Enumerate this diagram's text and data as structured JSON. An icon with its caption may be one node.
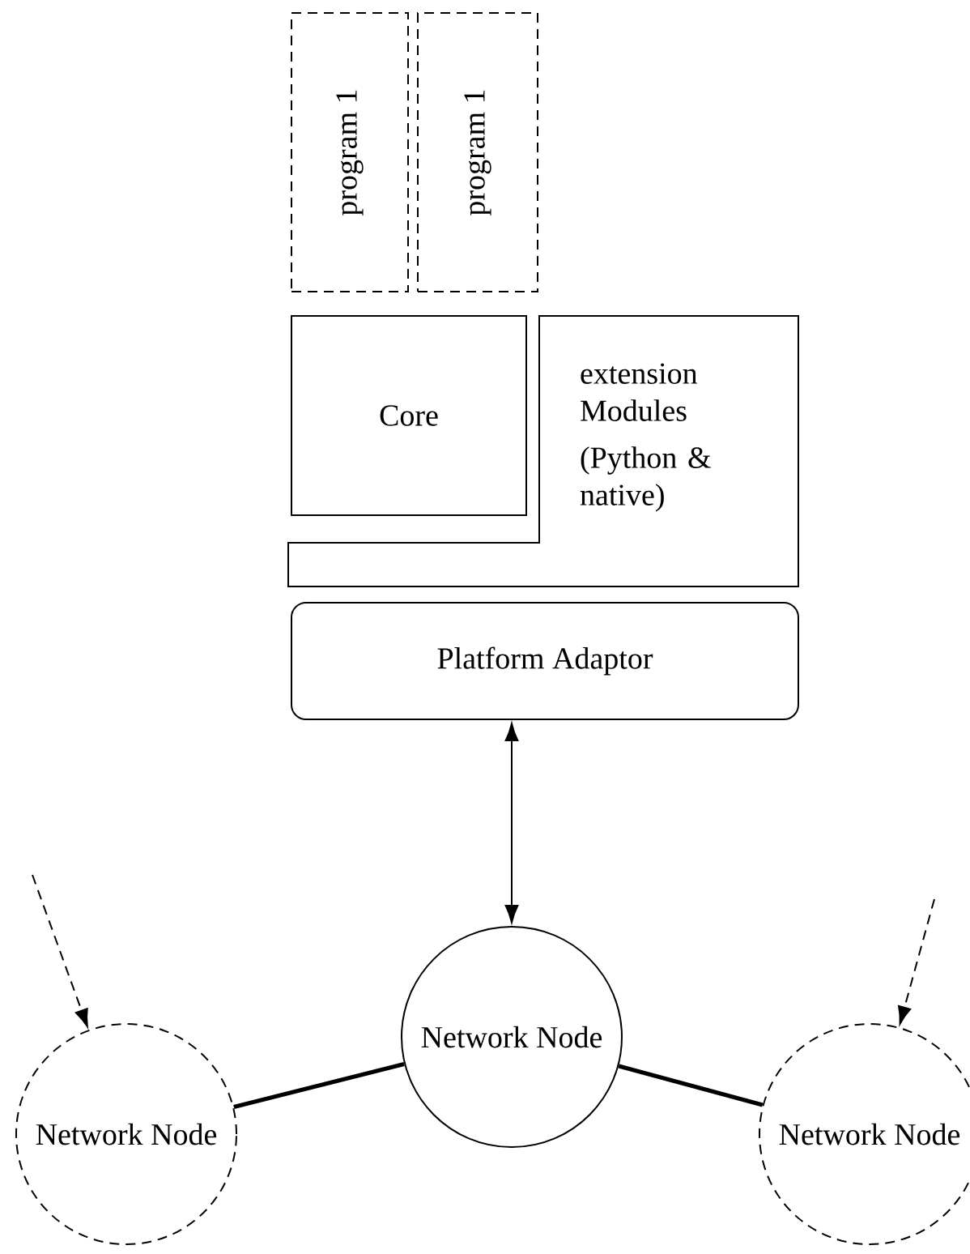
{
  "diagram": {
    "nodes": [
      {
        "text": [
          "program 1"
        ]
      },
      {
        "text": [
          "program 1"
        ]
      },
      {
        "text": [
          "Core"
        ]
      },
      {
        "text": [
          "extension Modules",
          "(Python & native)"
        ]
      },
      {
        "text": [
          "Platform Adaptor"
        ]
      },
      {
        "text": [
          "Network Node"
        ]
      },
      {
        "text": [
          "Network Node"
        ]
      },
      {
        "text": [
          "Network Node"
        ]
      }
    ],
    "edges": [
      {
        "from": 4,
        "to": 5,
        "arrow": "both"
      },
      {
        "from": 5,
        "to": 6,
        "arrow": "none",
        "style": "thick"
      },
      {
        "from": 5,
        "to": 7,
        "arrow": "none",
        "style": "thick"
      },
      {
        "from": null,
        "to": 6,
        "arrow": "to",
        "style": "dashed"
      },
      {
        "from": null,
        "to": 7,
        "arrow": "to",
        "style": "dashed"
      }
    ]
  }
}
